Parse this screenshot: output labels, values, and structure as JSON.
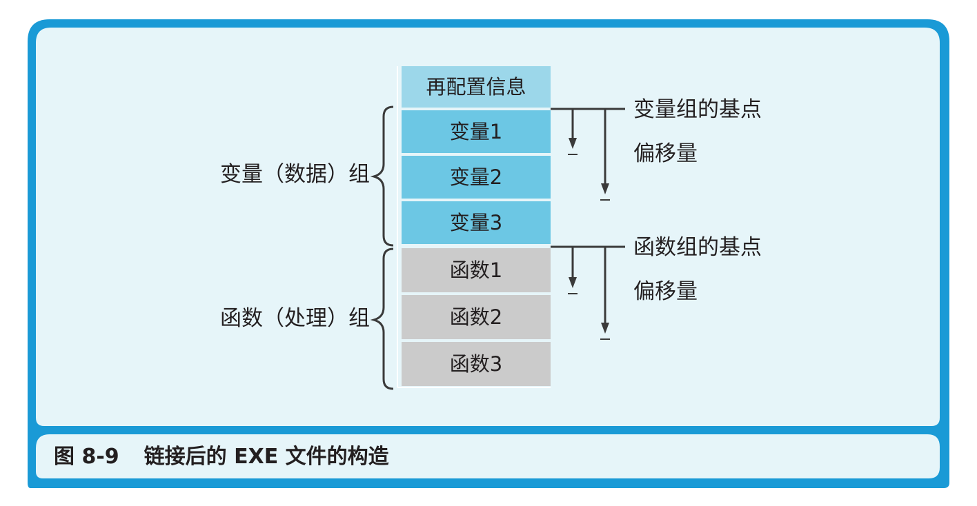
{
  "figure": {
    "caption": {
      "number": "图 8-9",
      "title": "链接后的 EXE 文件的构造"
    },
    "colors": {
      "frame_border": "#1a9ad6",
      "frame_fill": "#e6f5f9",
      "relocation_block": "#9cd7ea",
      "variable_block": "#6cc7e4",
      "function_block": "#cbcbcb",
      "line": "#3a3a3a"
    }
  },
  "blocks": {
    "relocation": "再配置信息",
    "variables": [
      "变量1",
      "变量2",
      "变量3"
    ],
    "functions": [
      "函数1",
      "函数2",
      "函数3"
    ]
  },
  "groups": {
    "variable_group": "变量（数据）组",
    "function_group": "函数（处理）组"
  },
  "annotations": {
    "variable_base": "变量组的基点",
    "variable_offset": "偏移量",
    "function_base": "函数组的基点",
    "function_offset": "偏移量"
  }
}
